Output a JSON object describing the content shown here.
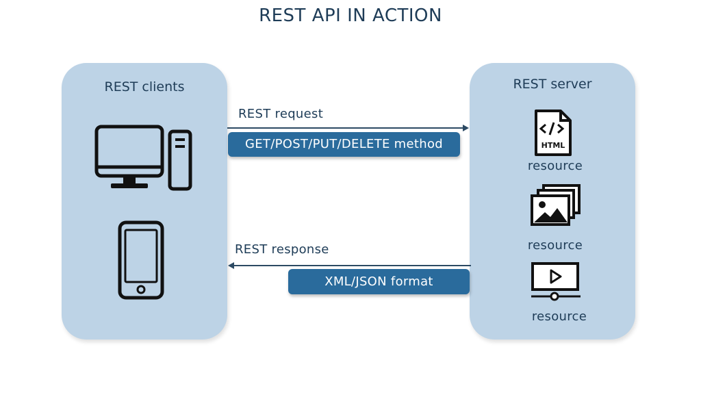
{
  "title": "REST API IN ACTION",
  "clients": {
    "label": "REST clients",
    "icons": [
      "desktop-computer-icon",
      "smartphone-icon"
    ]
  },
  "server": {
    "label": "REST server",
    "resources": [
      {
        "icon": "html-file-icon",
        "label": "resource",
        "badge": "HTML"
      },
      {
        "icon": "image-gallery-icon",
        "label": "resource"
      },
      {
        "icon": "video-player-icon",
        "label": "resource"
      }
    ]
  },
  "request": {
    "label": "REST request",
    "method": "GET/POST/PUT/DELETE method"
  },
  "response": {
    "label": "REST response",
    "format": "XML/JSON format"
  },
  "colors": {
    "panel": "#bdd3e6",
    "pill": "#2a6b9c",
    "text": "#1e3c57",
    "arrow": "#2c4a63"
  }
}
